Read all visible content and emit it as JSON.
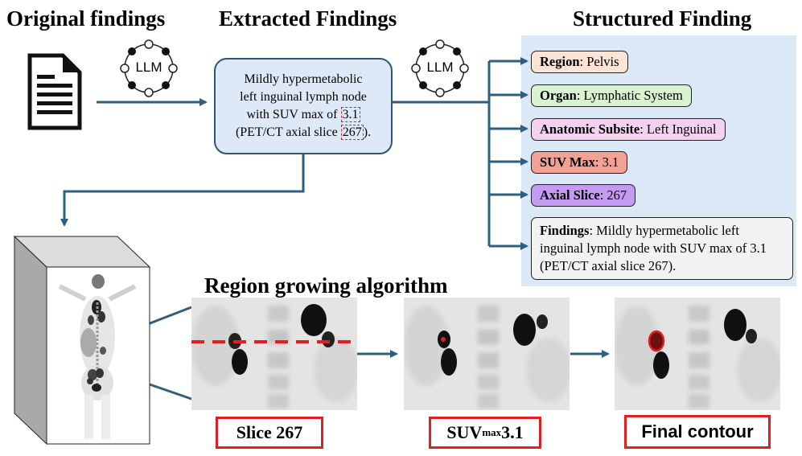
{
  "titles": {
    "original": "Original findings",
    "extracted": "Extracted Findings",
    "structured": "Structured Finding",
    "region_growing": "Region growing algorithm"
  },
  "llm_label": "LLM",
  "extracted_text": {
    "line1": "Mildly hypermetabolic",
    "line2": "left inguinal lymph node",
    "line3_pre": "with SUV max of ",
    "suv_value": "3.1",
    "line4_pre": "(PET/CT axial slice ",
    "slice_value": "267",
    "line4_post": ")."
  },
  "structured": [
    {
      "key": "Region",
      "value": ": Pelvis",
      "color": "#fbe3d6"
    },
    {
      "key": "Organ",
      "value": ": Lymphatic System",
      "color": "#d9f2d0"
    },
    {
      "key": "Anatomic Subsite",
      "value": ": Left Inguinal",
      "color": "#f3d1ef"
    },
    {
      "key": "SUV Max",
      "value": ": 3.1",
      "color": "#f4a195"
    },
    {
      "key": "Axial Slice",
      "value": ": 267",
      "color": "#c49bf0"
    },
    {
      "key": "Findings",
      "value": ":  Mildly hypermetabolic left inguinal lymph node with SUV max of 3.1 (PET/CT axial slice 267).",
      "color": "#f2f2f2"
    }
  ],
  "captions": {
    "slice": "Slice 267",
    "suv_main": "SUV",
    "suv_sub": "max",
    "suv_val": " 3.1",
    "final": "Final contour"
  },
  "colors": {
    "arrow": "#2f5f80",
    "highlight": "#e02020",
    "panel": "#dbe8f5"
  }
}
